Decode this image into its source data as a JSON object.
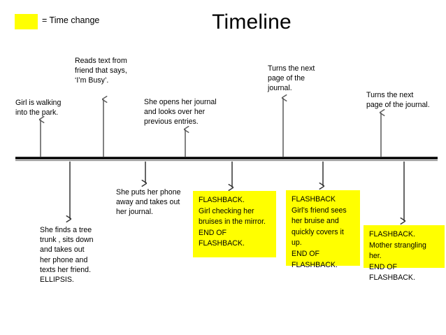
{
  "legend": {
    "swatch_color": "#FFFF00",
    "label": "= Time change"
  },
  "title": "Timeline",
  "timeline": {
    "axis_color": "#000000",
    "connector_color": "#595959"
  },
  "events_above": [
    {
      "id": "walking",
      "text": "Girl is walking\ninto the park."
    },
    {
      "id": "reads",
      "text": "Reads text from\nfriend that says,\n‘I’m Busy’."
    },
    {
      "id": "opens",
      "text": "She opens her journal\nand looks over her\nprevious entries."
    },
    {
      "id": "turns1",
      "text": "Turns the next\npage of the\njournal."
    },
    {
      "id": "turns2",
      "text": "Turns the next\npage of the journal."
    }
  ],
  "events_below": [
    {
      "id": "tree",
      "text": "She finds a tree\ntrunk , sits down\nand takes out\nher phone and\ntexts her friend.\nELLIPSIS."
    },
    {
      "id": "puts",
      "text": "She puts her phone\naway and takes out\nher journal."
    }
  ],
  "flashbacks": [
    {
      "id": "flashback1",
      "text": "FLASHBACK.\nGirl checking her\nbruises in the mirror.\nEND OF FLASHBACK."
    },
    {
      "id": "flashback2",
      "text": "FLASHBACK\nGirl’s friend sees\nher bruise and\nquickly covers it\nup.\nEND OF\nFLASHBACK."
    },
    {
      "id": "flashback3",
      "text": "FLASHBACK.\nMother strangling\nher.\nEND OF FLASHBACK."
    }
  ]
}
